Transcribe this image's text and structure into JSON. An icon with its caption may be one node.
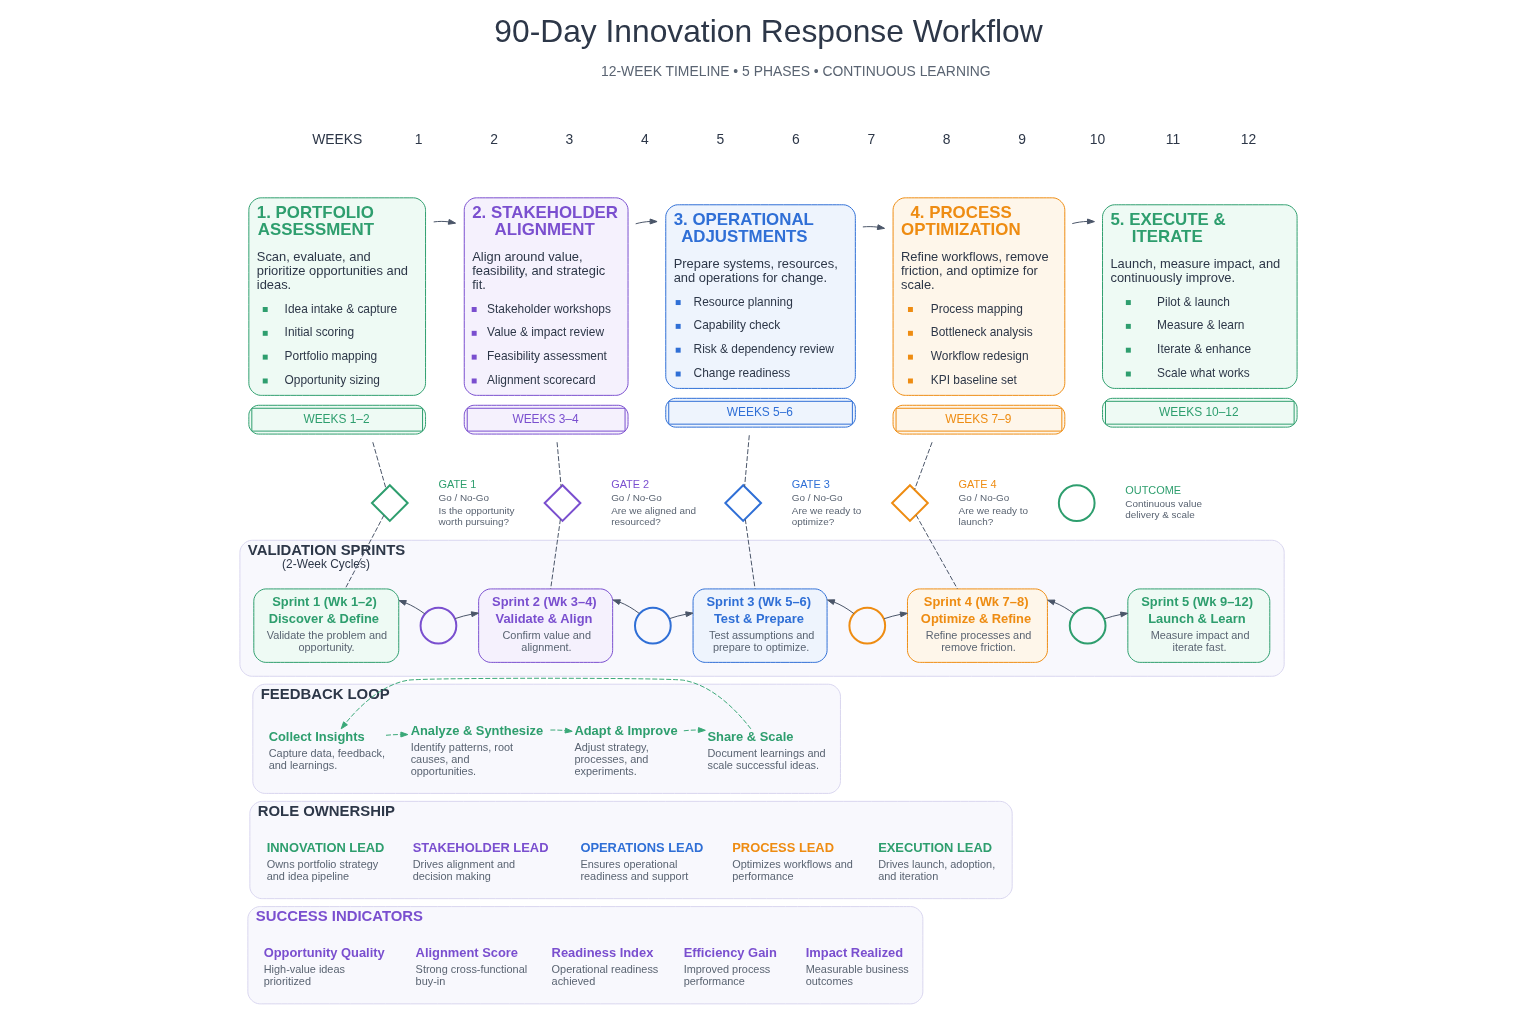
{
  "diagram": {
    "title": "90-Day Innovation Response Workflow",
    "nodes": [
      {
        "text": [
          "1. PORTFOLIO ASSESSMENT",
          "Scan, evaluate, and prioritize opportunities and ideas.",
          "Idea intake & capture",
          "Initial scoring",
          "Portfolio mapping",
          "Opportunity sizing"
        ],
        "beside": [
          "WEEKS 1–2"
        ]
      },
      {
        "text": [
          "2. STAKEHOLDER ALIGNMENT",
          "Align around value, feasibility, and strategic fit.",
          "Stakeholder workshops",
          "Value & impact review",
          "Feasibility assessment",
          "Alignment scorecard"
        ],
        "beside": [
          "WEEKS 3–4"
        ]
      },
      {
        "text": [
          "3. OPERATIONAL ADJUSTMENTS",
          "Prepare systems, resources, and operations for change.",
          "Resource planning",
          "Capability check",
          "Risk & dependency review",
          "Change readiness"
        ],
        "beside": [
          "WEEKS 5–6"
        ]
      },
      {
        "text": [
          "4. PROCESS OPTIMIZATION",
          "Refine workflows, remove friction, and optimize for scale.",
          "Process mapping",
          "Bottleneck analysis",
          "Workflow redesign",
          "KPI baseline set"
        ],
        "beside": [
          "WEEKS 7–9"
        ]
      },
      {
        "text": [
          "5. EXECUTE & ITERATE",
          "Launch, measure impact, and continuously improve.",
          "Pilot & launch",
          "Measure & learn",
          "Iterate & enhance",
          "Scale what works"
        ],
        "beside": [
          "WEEKS 10–12"
        ]
      },
      {
        "text": [],
        "shape": "diamond",
        "beside": [
          "GATE 1",
          "Go / No-Go",
          "Is the opportunity worth pursuing?"
        ]
      },
      {
        "text": [],
        "shape": "diamond",
        "beside": [
          "GATE 2",
          "Go / No-Go",
          "Are we aligned and resourced?"
        ]
      },
      {
        "text": [],
        "shape": "diamond",
        "beside": [
          "GATE 3",
          "Go / No-Go",
          "Are we ready to optimize?"
        ]
      },
      {
        "text": [],
        "shape": "diamond",
        "beside": [
          "GATE 4",
          "Go / No-Go",
          "Are we ready to launch?"
        ]
      },
      {
        "text": [],
        "shape": "circle",
        "beside": [
          "OUTCOME",
          "Continuous value delivery & scale"
        ]
      },
      {
        "text": [
          "VALIDATION SPRINTS",
          "(2-Week Cycles)"
        ]
      },
      {
        "text": [
          "Sprint 1 (Wk 1–2)",
          "Discover & Define",
          "Validate the problem and opportunity."
        ],
        "in": 10
      },
      {
        "text": [],
        "shape": "circle",
        "in": 10
      },
      {
        "text": [
          "Sprint 2 (Wk 3–4)",
          "Validate & Align",
          "Confirm value and alignment."
        ],
        "in": 10
      },
      {
        "text": [],
        "shape": "circle",
        "in": 10
      },
      {
        "text": [
          "Sprint 3 (Wk 5–6)",
          "Test & Prepare",
          "Test assumptions and prepare to optimize."
        ],
        "in": 10
      },
      {
        "text": [],
        "shape": "circle",
        "in": 10
      },
      {
        "text": [
          "Sprint 4 (Wk 7–8)",
          "Optimize & Refine",
          "Refine processes and remove friction."
        ],
        "in": 10
      },
      {
        "text": [],
        "shape": "circle",
        "in": 10
      },
      {
        "text": [
          "Sprint 5 (Wk 9–12)",
          "Launch & Learn",
          "Measure impact and iterate fast."
        ],
        "in": 10
      },
      {
        "text": [
          "FEEDBACK LOOP"
        ]
      },
      {
        "text": [
          "Collect Insights",
          "Capture data, feedback, and learnings."
        ],
        "in": 20
      },
      {
        "text": [
          "Analyze & Synthesize",
          "Identify patterns, root causes, and opportunities."
        ],
        "in": 20
      },
      {
        "text": [
          "Adapt & Improve",
          "Adjust strategy, processes, and experiments."
        ],
        "in": 20
      },
      {
        "text": [
          "Share & Scale",
          "Document learnings and scale successful ideas."
        ],
        "in": 20
      },
      {
        "text": [
          "ROLE OWNERSHIP"
        ]
      },
      {
        "text": [
          "INNOVATION LEAD",
          "Owns portfolio strategy and idea pipeline"
        ],
        "in": 25
      },
      {
        "text": [
          "STAKEHOLDER LEAD",
          "Drives alignment and decision making"
        ],
        "in": 25
      },
      {
        "text": [
          "OPERATIONS LEAD",
          "Ensures operational readiness and support"
        ],
        "in": 25
      },
      {
        "text": [
          "PROCESS LEAD",
          "Optimizes workflows and performance"
        ],
        "in": 25
      },
      {
        "text": [
          "EXECUTION LEAD",
          "Drives launch, adoption, and iteration"
        ],
        "in": 25
      },
      {
        "text": [
          "SUCCESS INDICATORS"
        ]
      },
      {
        "text": [
          "Opportunity Quality",
          "High-value ideas prioritized"
        ],
        "in": 31
      },
      {
        "text": [
          "Alignment Score",
          "Strong cross-functional buy-in"
        ],
        "in": 31
      },
      {
        "text": [
          "Readiness Index",
          "Operational readiness achieved"
        ],
        "in": 31
      },
      {
        "text": [
          "Efficiency Gain",
          "Improved process performance"
        ],
        "in": 31
      },
      {
        "text": [
          "Impact Realized",
          "Measurable business outcomes"
        ],
        "in": 31
      }
    ],
    "edges": [
      {
        "from": 0,
        "to": 1,
        "arrow": "to"
      },
      {
        "from": 1,
        "to": 2,
        "arrow": "to"
      },
      {
        "from": 2,
        "to": 3,
        "arrow": "to"
      },
      {
        "from": 3,
        "to": 4,
        "arrow": "to"
      },
      {
        "from": 0,
        "to": 5,
        "arrow": "none",
        "style": "dashed"
      },
      {
        "from": 5,
        "to": 11,
        "arrow": "none",
        "style": "dashed"
      },
      {
        "from": 1,
        "to": 6,
        "arrow": "none",
        "style": "dashed"
      },
      {
        "from": 6,
        "to": 13,
        "arrow": "none",
        "style": "dashed"
      },
      {
        "from": 2,
        "to": 7,
        "arrow": "none",
        "style": "dashed"
      },
      {
        "from": 7,
        "to": 15,
        "arrow": "none",
        "style": "dashed"
      },
      {
        "from": 3,
        "to": 8,
        "arrow": "none",
        "style": "dashed"
      },
      {
        "from": 8,
        "to": 17,
        "arrow": "none",
        "style": "dashed"
      },
      {
        "from": 12,
        "to": 11,
        "arrow": "to"
      },
      {
        "from": 12,
        "to": 13,
        "arrow": "to"
      },
      {
        "from": 14,
        "to": 13,
        "arrow": "to"
      },
      {
        "from": 14,
        "to": 15,
        "arrow": "to"
      },
      {
        "from": 16,
        "to": 15,
        "arrow": "to"
      },
      {
        "from": 16,
        "to": 17,
        "arrow": "to"
      },
      {
        "from": 18,
        "to": 17,
        "arrow": "to"
      },
      {
        "from": 18,
        "to": 19,
        "arrow": "to"
      },
      {
        "from": 21,
        "to": 22,
        "arrow": "to",
        "style": "dashed",
        "color": "#3aa878"
      },
      {
        "from": 22,
        "to": 23,
        "arrow": "to",
        "style": "dashed",
        "color": "#3aa878"
      },
      {
        "from": 23,
        "to": 24,
        "arrow": "to",
        "style": "dashed",
        "color": "#3aa878"
      },
      {
        "from": 24,
        "to": 21,
        "arrow": "to",
        "style": "dashed",
        "color": "#3aa878"
      }
    ],
    "labels": [
      "12-WEEK TIMELINE • 5 PHASES • CONTINUOUS LEARNING",
      "WEEKS",
      "1",
      "2",
      "3",
      "4",
      "5",
      "6",
      "7",
      "8",
      "9",
      "10",
      "11",
      "12"
    ]
  }
}
